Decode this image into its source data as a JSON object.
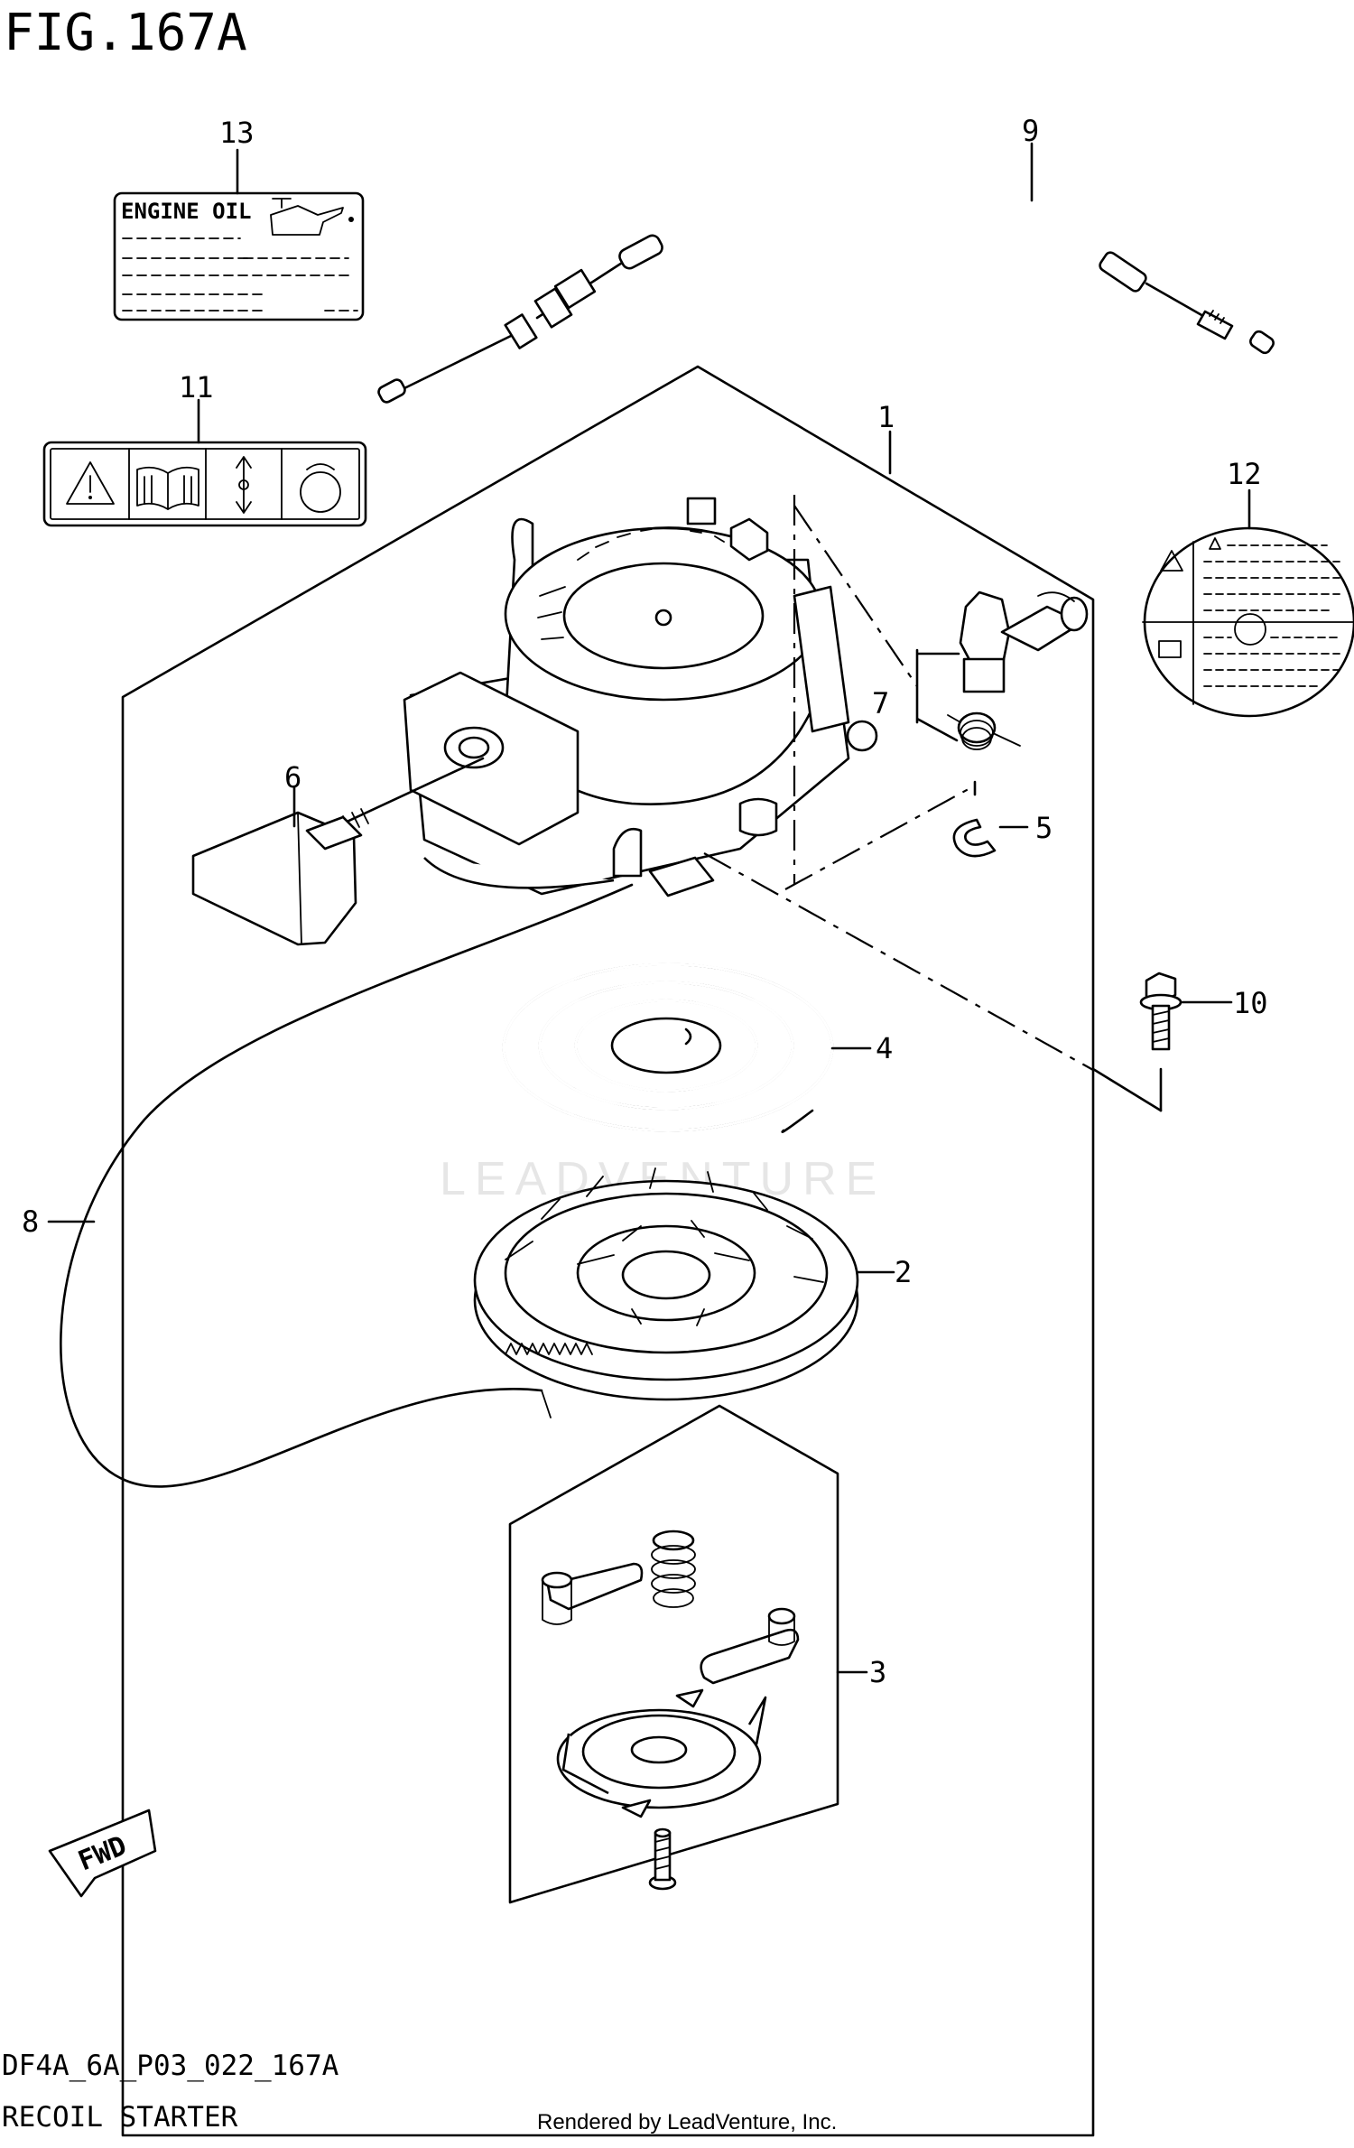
{
  "header": {
    "figure_title": "FIG.167A"
  },
  "callouts": [
    {
      "id": "1",
      "label": "1"
    },
    {
      "id": "2",
      "label": "2"
    },
    {
      "id": "3",
      "label": "3"
    },
    {
      "id": "4",
      "label": "4"
    },
    {
      "id": "5",
      "label": "5"
    },
    {
      "id": "6",
      "label": "6"
    },
    {
      "id": "7",
      "label": "7"
    },
    {
      "id": "8",
      "label": "8"
    },
    {
      "id": "9",
      "label": "9"
    },
    {
      "id": "10",
      "label": "10"
    },
    {
      "id": "11",
      "label": "11"
    },
    {
      "id": "12",
      "label": "12"
    },
    {
      "id": "13",
      "label": "13"
    }
  ],
  "labels": {
    "engine_oil_text": "ENGINE OIL"
  },
  "badges": {
    "fwd": "FWD"
  },
  "footer": {
    "diagram_code": "DF4A_6A_P03_022_167A",
    "section_name": "RECOIL STARTER",
    "credit": "Rendered by LeadVenture, Inc."
  },
  "watermark": {
    "text": "LEADVENTURE"
  },
  "colors": {
    "ink": "#000000",
    "paper": "#ffffff",
    "watermark": "#e6e6e6"
  },
  "icons": [
    "warning-triangle-icon",
    "manual-book-icon",
    "arrow-up-down-icon",
    "pull-handle-icon",
    "oil-can-icon",
    "fwd-arrow-icon"
  ]
}
